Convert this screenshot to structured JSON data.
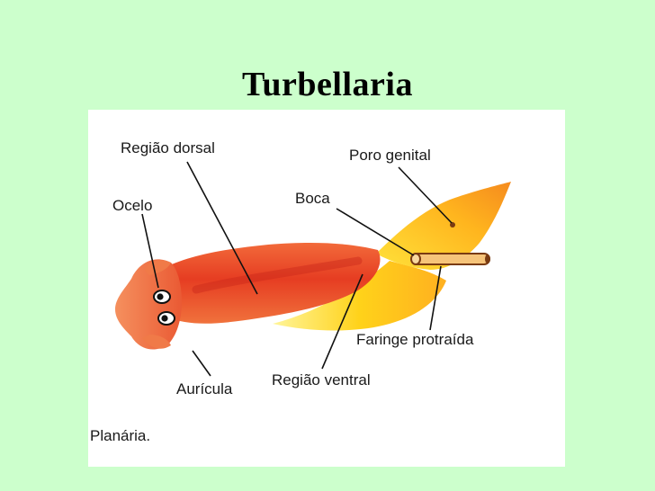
{
  "slide": {
    "title": "Turbellaria"
  },
  "figure": {
    "caption": "Planária.",
    "labels": {
      "regiao_dorsal": "Região dorsal",
      "ocelo": "Ocelo",
      "auricula": "Aurícula",
      "boca": "Boca",
      "poro_genital": "Poro genital",
      "faringe": "Faringe protraída",
      "regiao_ventral": "Região ventral"
    }
  },
  "colors": {
    "background": "#ccffcc",
    "dorsal_body": "#e8452a",
    "ventral_body": "#ffd21a",
    "pharynx": "#f6c47a"
  }
}
